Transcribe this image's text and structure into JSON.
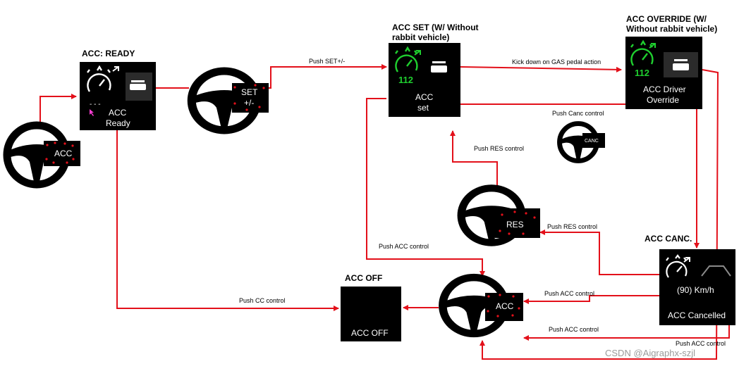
{
  "colors": {
    "arrow": "#e3101a",
    "display_bg": "#000000",
    "active_green": "#1fcf2f",
    "text_on_display": "#ffffff"
  },
  "states": {
    "ready": {
      "title": "ACC: READY",
      "line1": "ACC",
      "line2": "Ready",
      "dashes": "- - -"
    },
    "set": {
      "title_line1": "ACC SET (W/ Without",
      "title_line2": "rabbit vehicle)",
      "speed": "112",
      "line1": "ACC",
      "line2": "set"
    },
    "override": {
      "title_line1": "ACC OVERRIDE (W/",
      "title_line2": "Without rabbit vehicle)",
      "speed": "112",
      "line1": "ACC Driver",
      "line2": "Override"
    },
    "canc": {
      "title": "ACC CANC.",
      "speed": "(90) Km/h",
      "status": "ACC Cancelled"
    },
    "off": {
      "title": "ACC OFF",
      "status": "ACC  OFF"
    }
  },
  "wheels": {
    "acc_start": "ACC",
    "set": "SET",
    "set_sub": "+/-",
    "canc": "CANC",
    "res": "RES",
    "acc_bottom": "ACC"
  },
  "transitions": {
    "push_set": "Push SET+/-",
    "kick_down": "Kick down on GAS pedal action",
    "push_canc": "Push Canc control",
    "push_res_upper": "Push RES control",
    "push_res_lower": "Push RES control",
    "push_acc_left": "Push ACC control",
    "push_cc": "Push CC control",
    "push_acc_right1": "Push ACC control",
    "push_acc_right2": "Push ACC control",
    "push_acc_right3": "Push ACC control"
  },
  "watermark": "CSDN @Aigraphx-szjl"
}
